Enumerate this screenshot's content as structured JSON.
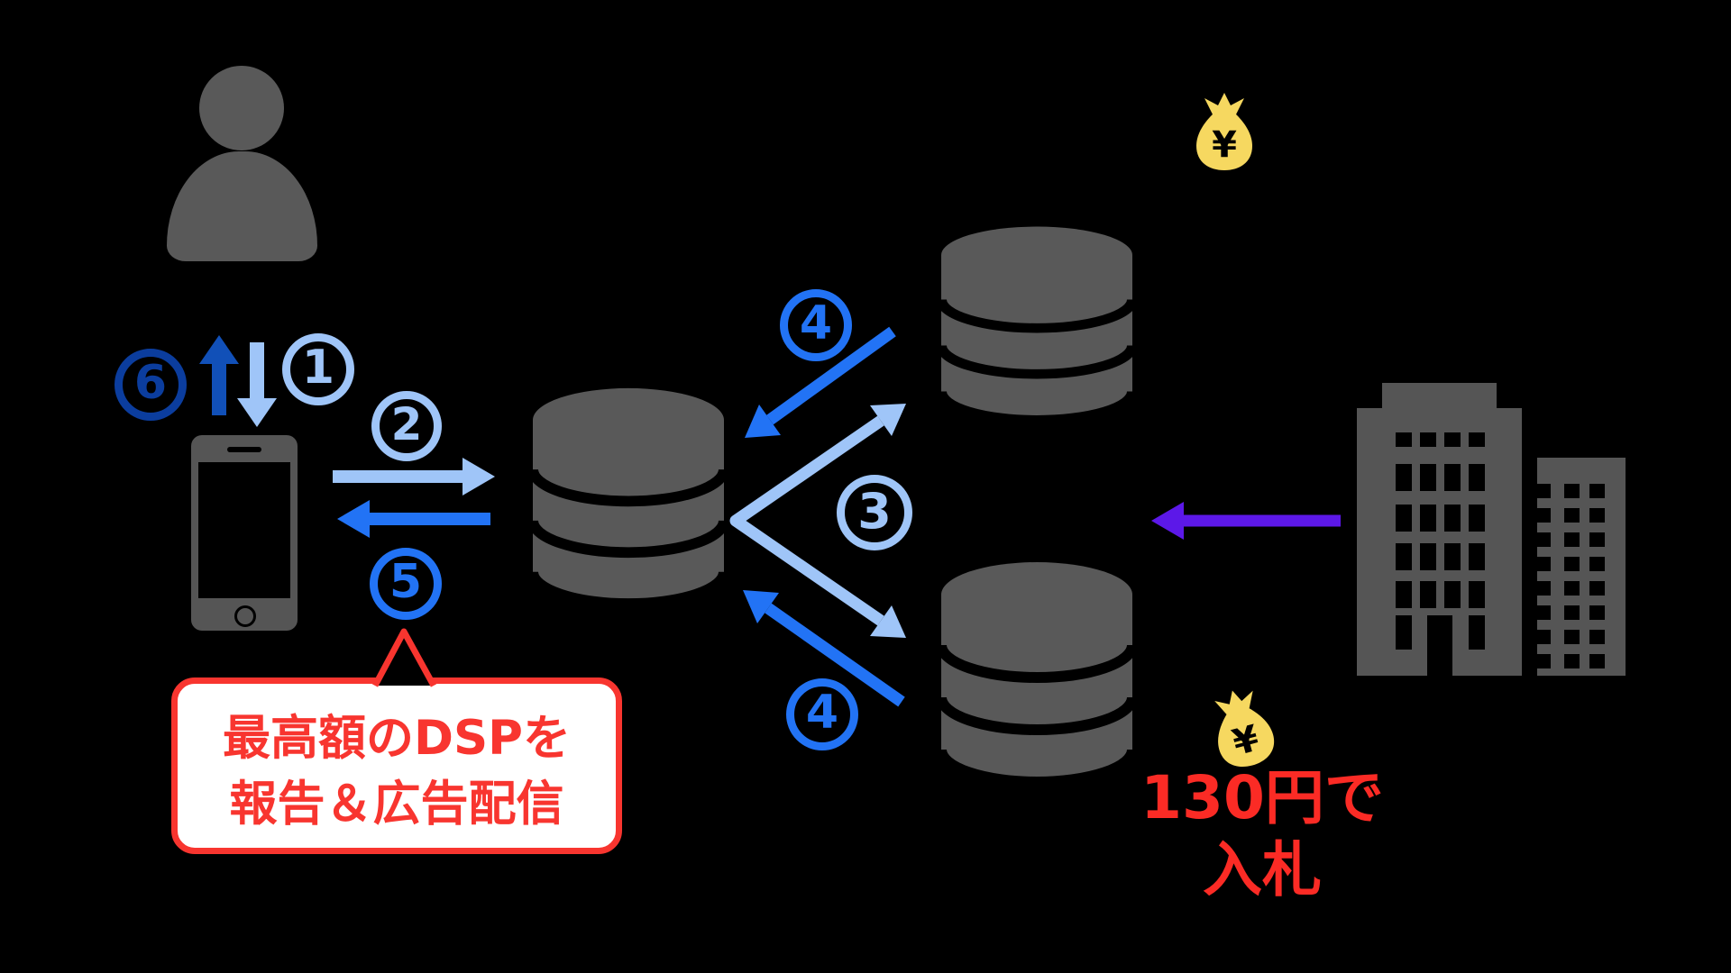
{
  "diagram": {
    "background_color": "#000000",
    "colors": {
      "icon_gray": "#595959",
      "dark_blue": "#0b3d9e",
      "medium_blue": "#1150b8",
      "light_blue": "#9fc5f8",
      "bright_blue": "#2273f5",
      "purple": "#5c18e8",
      "bag_yellow": "#f6d860",
      "red_text": "#fb2b25",
      "bubble_red": "#f8352f",
      "bubble_bg": "#ffffff"
    },
    "steps": {
      "s1": "1",
      "s2": "2",
      "s3": "3",
      "s4_top": "4",
      "s4_bottom": "4",
      "s5": "5",
      "s6": "6"
    },
    "speech_bubble": {
      "line1": "最高額のDSPを",
      "line2": "報告＆広告配信"
    },
    "bid_note": {
      "line1": "130円で",
      "line2": "入札"
    },
    "money_bag_top": {
      "symbol": "¥"
    },
    "money_bag_bottom": {
      "symbol": "¥"
    }
  }
}
